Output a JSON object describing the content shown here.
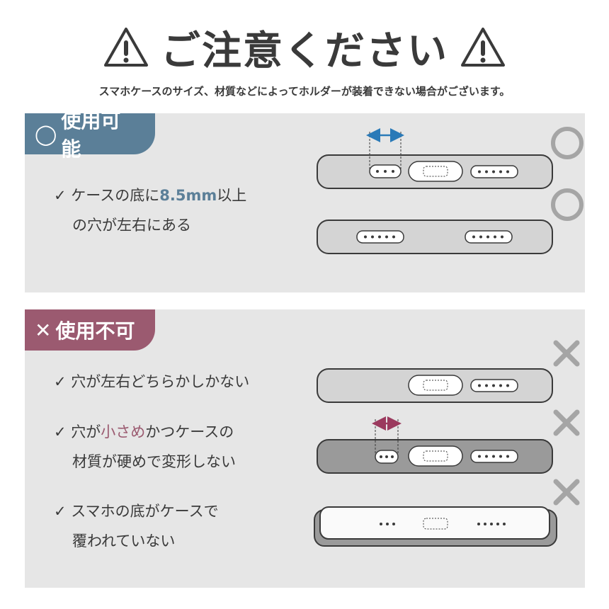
{
  "title": "ご注意ください",
  "subtitle": "スマホケースのサイズ、材質などによってホルダーが装着できない場合がございます。",
  "ok_section": {
    "tag_symbol": "◯",
    "tag_label": "使用可能",
    "check": "✓",
    "line1_pre": "ケースの底に",
    "line1_highlight": "8.5mm",
    "line1_post": "以上",
    "line2": "の穴が左右にある"
  },
  "ng_section": {
    "tag_symbol": "✕",
    "tag_label": "使用不可",
    "check": "✓",
    "item1": "穴が左右どちらかしかない",
    "item2_pre": "穴が",
    "item2_highlight": "小さめ",
    "item2_post": "かつケースの",
    "item2_line2": "材質が硬めで変形しない",
    "item3_line1": "スマホの底がケースで",
    "item3_line2": "覆われていない"
  },
  "colors": {
    "ok_accent": "#5b7f98",
    "ng_accent": "#9b5a70",
    "arrow_blue": "#2a7ab8",
    "arrow_red": "#9b3a5e",
    "panel_bg": "#e6e6e6"
  },
  "icons": [
    "warning-triangle-icon",
    "circle-ok-icon",
    "cross-ng-icon",
    "measure-arrow-icon"
  ]
}
